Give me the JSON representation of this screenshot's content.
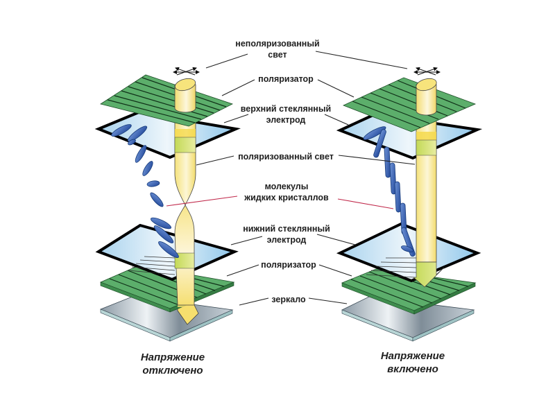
{
  "labels": {
    "unpolarized_light": [
      "неполяризованный",
      "свет"
    ],
    "polarizer_top": "поляризатор",
    "upper_electrode": [
      "верхний стеклянный",
      "электрод"
    ],
    "polarized_light": "поляризованный свет",
    "lc_molecules": [
      "молекулы",
      "жидких кристаллов"
    ],
    "lower_electrode": [
      "нижний стеклянный",
      "электрод"
    ],
    "polarizer_bottom": "поляризатор",
    "mirror": "зеркало"
  },
  "captions": {
    "voltage_off": [
      "Напряжение",
      "отключено"
    ],
    "voltage_on": [
      "Напряжение",
      "включено"
    ]
  },
  "colors": {
    "polarizer": "#5cae6b",
    "polarizer_edge": "#3d8a4c",
    "glass": "#bfe0f2",
    "light_beam": "#f7e58a",
    "light_beam_filtered": "#cfe07a",
    "molecule": "#2f5fb5",
    "mirror": "#a9b4bd",
    "leader_red": "#c0284a"
  },
  "icons": {
    "light_source": "unpolarized-light-arrows-icon"
  }
}
